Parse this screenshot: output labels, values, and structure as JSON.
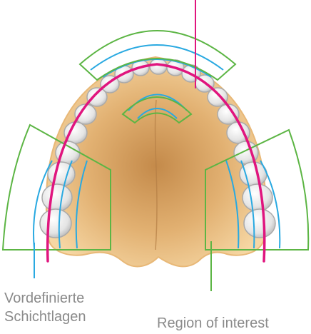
{
  "labels": {
    "layers_line1": "Vordefinierte",
    "layers_line2": "Schichtlagen",
    "roi": "Region of interest"
  },
  "colors": {
    "background": "#ffffff",
    "focal_trough_curve": "#e0157e",
    "layer_lines": "#29a9e1",
    "region_outline": "#5cb544",
    "label_text": "#8a8a8a",
    "palate_center": "#c48a4a",
    "palate_edge": "#f6d7a4",
    "tooth_fill": "#f2f2f2",
    "tooth_shadow": "#b9b9b9"
  }
}
